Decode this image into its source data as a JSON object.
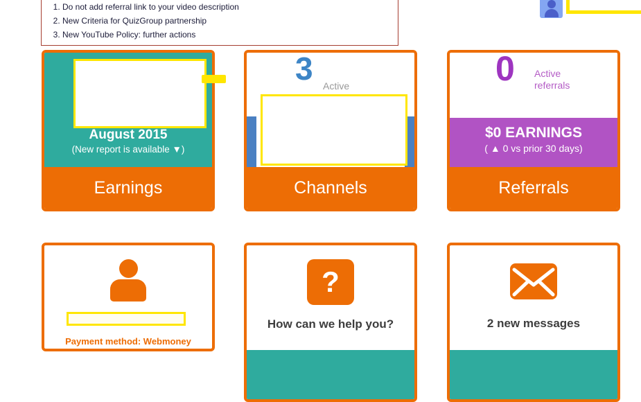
{
  "colors": {
    "orange": "#ed6d05",
    "teal": "#2fab9e",
    "purple": "#b153c4",
    "purple-dark": "#9e35c0",
    "blue": "#3d85c6",
    "bar-blue": "#4a80c2",
    "yellow": "#ffe600",
    "notice-border": "#a53c2f"
  },
  "notice": {
    "items": [
      "Do not add referral link to your video description",
      "New Criteria for QuizGroup partnership",
      "New YouTube Policy: further actions"
    ]
  },
  "cards": {
    "earnings": {
      "month": "August 2015",
      "subtitle": "(New report is available ▼)",
      "label": "Earnings"
    },
    "channels": {
      "count": "3",
      "count_label": "Active",
      "label": "Channels"
    },
    "referrals": {
      "count": "0",
      "count_label": "Active referrals",
      "earnings": "$0 EARNINGS",
      "comparison": "( ▲ 0 vs prior 30 days)",
      "label": "Referrals"
    },
    "payment": {
      "method": "Payment method: Webmoney"
    },
    "help": {
      "icon": "?",
      "question": "How can we help you?"
    },
    "messages": {
      "text": "2 new messages"
    }
  }
}
